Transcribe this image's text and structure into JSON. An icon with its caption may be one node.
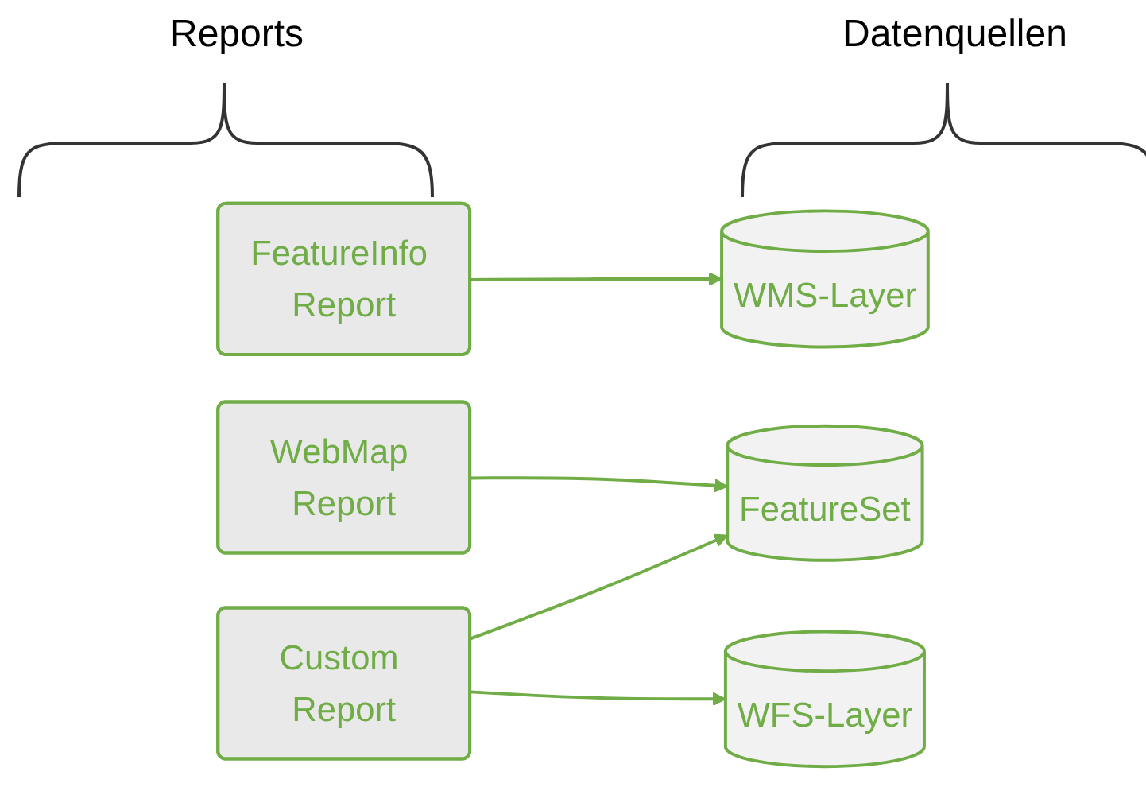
{
  "diagram": {
    "nodes": [
      {
        "text": [
          "FeatureInfo Report"
        ]
      },
      {
        "text": [
          "WebMap Report"
        ]
      },
      {
        "text": [
          "Custom Report"
        ]
      },
      {
        "text": [
          "WMS-Layer"
        ]
      },
      {
        "text": [
          "WFS-Layer"
        ]
      },
      {
        "text": [
          "FeatureSet"
        ]
      }
    ],
    "edges": [
      {
        "from": 0,
        "to": 3,
        "arrow": "to"
      },
      {
        "from": 1,
        "to": 5,
        "arrow": "to"
      },
      {
        "from": 2,
        "to": 4,
        "arrow": "to"
      },
      {
        "from": 2,
        "to": 5,
        "arrow": "to"
      }
    ],
    "labels": [
      "Reports",
      "Datenquellen"
    ]
  }
}
